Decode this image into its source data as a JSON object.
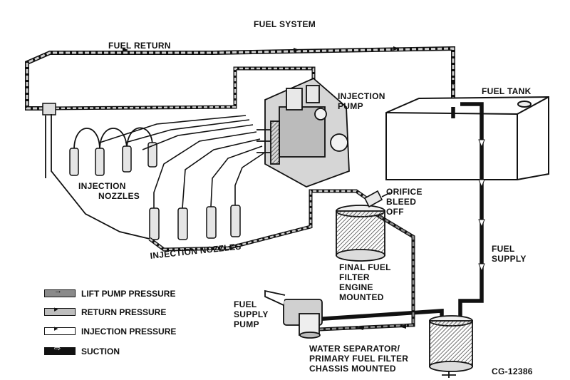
{
  "title": "FUEL SYSTEM",
  "labels": {
    "fuel_return": "FUEL RETURN",
    "injection_pump": [
      "INJECTION",
      "PUMP"
    ],
    "fuel_tank": "FUEL TANK",
    "injection_nozzles_upper": [
      "INJECTION",
      "NOZZLES"
    ],
    "orifice_bleed_off": [
      "ORIFICE",
      "BLEED",
      "OFF"
    ],
    "injection_nozzles_lower": "INJECTION NOZZLES",
    "fuel_supply": [
      "FUEL",
      "SUPPLY"
    ],
    "final_fuel_filter": [
      "FINAL FUEL",
      "FILTER",
      "ENGINE",
      "MOUNTED"
    ],
    "fuel_supply_pump": [
      "FUEL",
      "SUPPLY",
      "PUMP"
    ],
    "water_separator": [
      "WATER SEPARATOR/",
      "PRIMARY FUEL FILTER",
      "CHASSIS MOUNTED"
    ],
    "figure_code": "CG-12386"
  },
  "legend": [
    {
      "label": "LIFT PUMP PRESSURE",
      "fill": "#8a8a8a",
      "glyph": "→"
    },
    {
      "label": "RETURN PRESSURE",
      "fill": "#bdbdbd",
      "glyph": "▸"
    },
    {
      "label": "INJECTION PRESSURE",
      "fill": "#ffffff",
      "glyph": "▸"
    },
    {
      "label": "SUCTION",
      "fill": "#111111",
      "glyph": "⇨"
    }
  ],
  "colors": {
    "line": "#111111",
    "lift_pressure": "#8a8a8a",
    "return_pressure": "#bdbdbd",
    "injection_pressure": "#ffffff",
    "suction": "#111111"
  }
}
